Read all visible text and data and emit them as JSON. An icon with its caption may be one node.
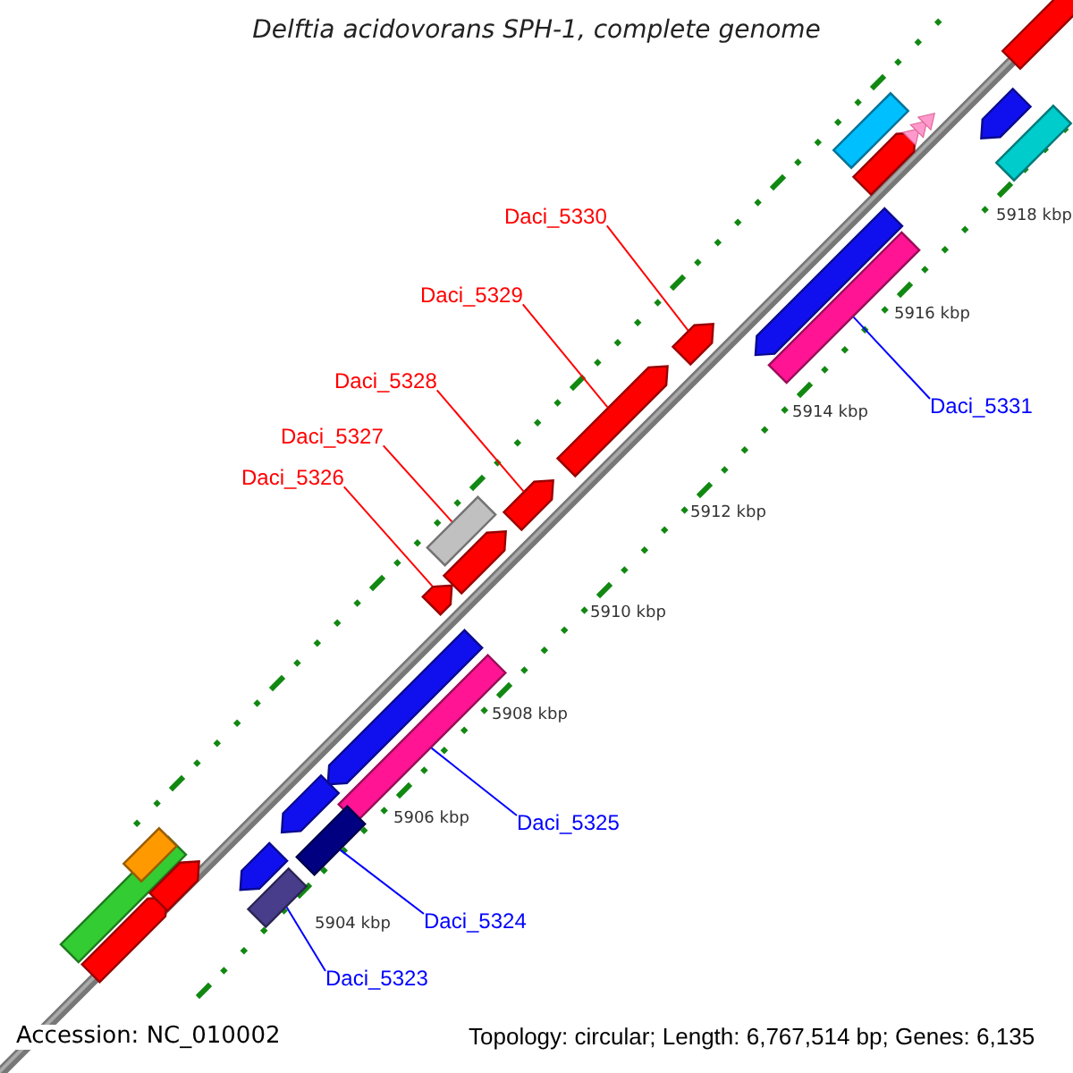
{
  "diagram": {
    "title": "Delftia acidovorans SPH-1, complete genome",
    "nodes": [
      {
        "text": [
          "Daci_5330"
        ]
      },
      {
        "text": [
          "Daci_5329"
        ]
      },
      {
        "text": [
          "Daci_5328"
        ]
      },
      {
        "text": [
          "Daci_5331"
        ]
      },
      {
        "text": [
          "Daci_5327"
        ]
      },
      {
        "text": [
          "Daci_5326"
        ]
      },
      {
        "text": [
          "Daci_5325"
        ]
      },
      {
        "text": [
          "Daci_5324"
        ]
      },
      {
        "text": [
          "Daci_5323"
        ]
      },
      {
        "text": [],
        "shape": "arrow"
      },
      {
        "text": [],
        "shape": "arrow"
      },
      {
        "text": [],
        "shape": "arrow"
      },
      {
        "text": [],
        "shape": "bar"
      },
      {
        "text": [],
        "shape": "bar"
      },
      {
        "text": [],
        "shape": "arrow"
      },
      {
        "text": [],
        "shape": "bar"
      },
      {
        "text": [],
        "shape": "bar"
      },
      {
        "text": [],
        "shape": "bar"
      },
      {
        "text": [],
        "shape": "arrow"
      },
      {
        "text": [],
        "shape": "bar"
      },
      {
        "text": [],
        "shape": "arrow"
      },
      {
        "text": [],
        "shape": "chevron"
      },
      {
        "text": [],
        "shape": "arrow"
      },
      {
        "text": [],
        "shape": "bar"
      },
      {
        "text": [],
        "shape": "arrow"
      },
      {
        "text": [],
        "shape": "arrow"
      },
      {
        "text": [],
        "shape": "arrow"
      },
      {
        "text": [],
        "shape": "arrow"
      },
      {
        "text": [],
        "shape": "arrow"
      },
      {
        "text": [],
        "shape": "bar"
      },
      {
        "text": [],
        "shape": "bar"
      },
      {
        "text": [],
        "shape": "arrow"
      },
      {
        "text": [],
        "shape": "arrow"
      }
    ],
    "edges": [
      {
        "from": 0,
        "to": 9,
        "arrow": "none"
      },
      {
        "from": 1,
        "to": 10,
        "arrow": "none"
      },
      {
        "from": 2,
        "to": 11,
        "arrow": "none"
      },
      {
        "from": 3,
        "to": 12,
        "arrow": "none",
        "color": "#0000ff"
      },
      {
        "from": 4,
        "to": 13,
        "arrow": "none"
      },
      {
        "from": 5,
        "to": 14,
        "arrow": "none"
      },
      {
        "from": 6,
        "to": 15,
        "arrow": "none",
        "color": "#0000ff"
      },
      {
        "from": 7,
        "to": 16,
        "arrow": "none",
        "color": "#0000ff"
      },
      {
        "from": 8,
        "to": 17,
        "arrow": "none",
        "color": "#0000ff"
      }
    ],
    "labels": [
      "5918 kbp",
      "5916 kbp",
      "5914 kbp",
      "5912 kbp",
      "5910 kbp",
      "5908 kbp",
      "5906 kbp",
      "5904 kbp",
      "Accession: NC_010002",
      "Topology: circular; Length: 6,767,514 bp; Genes: 6,135"
    ]
  }
}
